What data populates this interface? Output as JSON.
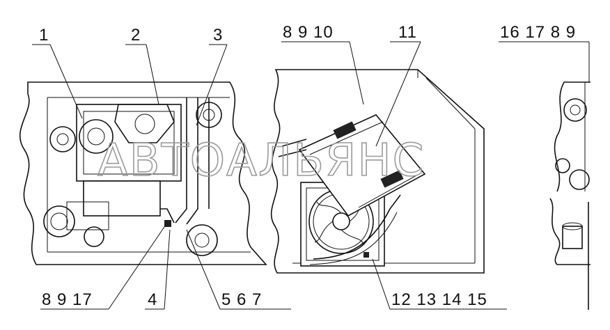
{
  "callouts": {
    "c1": "1",
    "c2": "2",
    "c3": "3",
    "c8_9_10": "8  9  10",
    "c11": "11",
    "c16_17_8_9": "16 17  8  9",
    "c8_9_17": "8  9  17",
    "c4": "4",
    "c5_6_7": "5  6  7",
    "c12_15": "12 13 14 15"
  },
  "watermark": "АВТОАЛЬЯНС",
  "colors": {
    "line": "#111111",
    "watermark": "#9a9a9a",
    "background": "#ffffff"
  }
}
